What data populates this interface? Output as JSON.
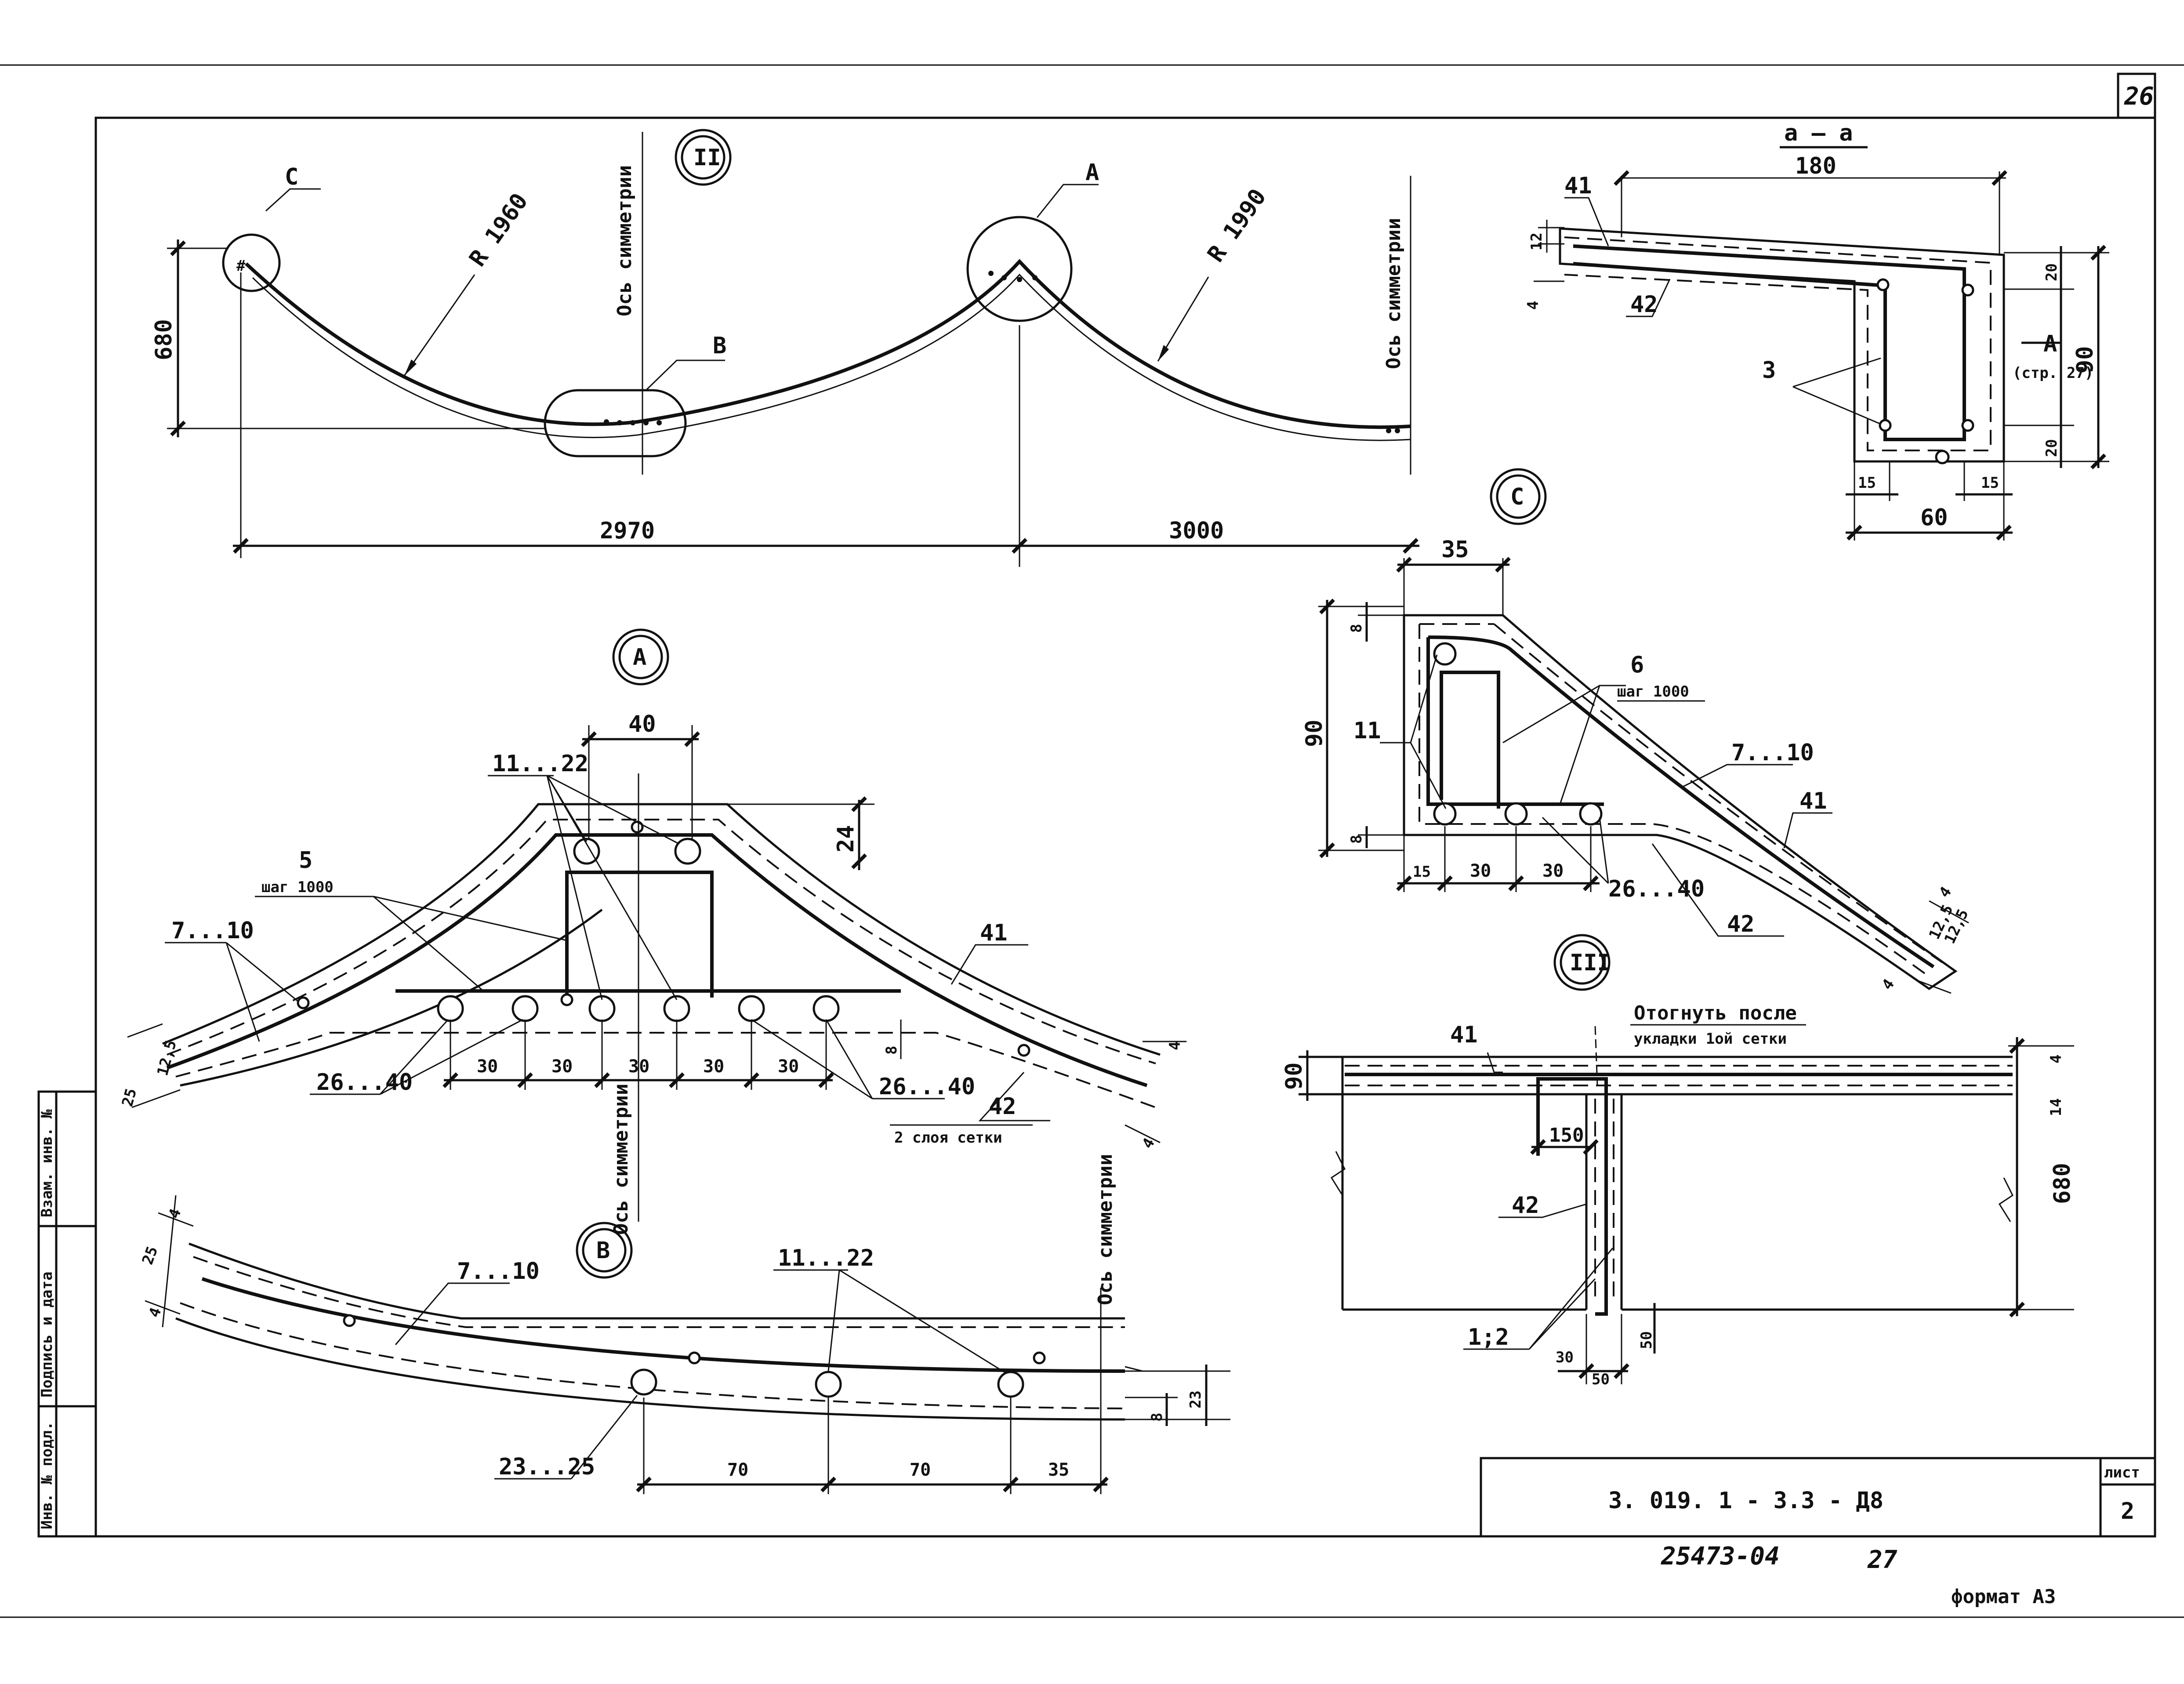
{
  "sheet": {
    "page_number": "26",
    "doc_code": "3. 019. 1 - 3.3 - Д8",
    "list_label": "лист",
    "list_number": "2",
    "archive_number": "25473-04",
    "archive_copy": "27",
    "format_label": "формат А3"
  },
  "side_stamp": {
    "col1": "Инв. № подл.",
    "col2": "Подпись и дата",
    "col3": "Взам. инв. №"
  },
  "view_main": {
    "badge": "II",
    "symmetry_label_1": "Ось симметрии",
    "symmetry_label_2": "Ось симметрии",
    "callout_c": "С",
    "callout_a": "А",
    "callout_b": "В",
    "radius_1": "R 1960",
    "radius_2": "R 1990",
    "height": "680",
    "span_1": "2970",
    "span_2": "3000"
  },
  "section_aa": {
    "title": "а — а",
    "dim_top": "180",
    "dim_right": "90",
    "dim_20_top": "20",
    "dim_20_bot": "20",
    "dim_12": "12",
    "dim_4": "4",
    "dim_15_left": "15",
    "dim_15_right": "15",
    "dim_60": "60",
    "label_41": "41",
    "label_42": "42",
    "label_3": "3",
    "ref_a": "А",
    "ref_page": "(стр. 27)"
  },
  "detail_c": {
    "badge": "С",
    "dim_35": "35",
    "dim_8_top": "8",
    "dim_90": "90",
    "dim_8_bot": "8",
    "dim_15": "15",
    "dim_30_a": "30",
    "dim_30_b": "30",
    "label_11": "11",
    "label_6": "6",
    "label_6_step": "шаг 1000",
    "label_7_10": "7...10",
    "label_41": "41",
    "label_42": "42",
    "label_26_40": "26...40",
    "dim_4_a": "4",
    "dim_4_b": "4",
    "dim_12_5_a": "12,5",
    "dim_12_5_b": "12,5"
  },
  "detail_a": {
    "badge": "А",
    "dim_40": "40",
    "dim_24": "24",
    "label_11_22": "11...22",
    "label_5": "5",
    "label_5_step": "шаг 1000",
    "label_7_10": "7...10",
    "label_41": "41",
    "label_42": "42",
    "label_42_note": "2 слоя сетки",
    "label_26_40_left": "26...40",
    "label_26_40_right": "26...40",
    "dims_30": [
      "30",
      "30",
      "30",
      "30",
      "30"
    ],
    "dim_8": "8",
    "dim_4": "4",
    "dim_12_5": "12,5",
    "dim_25": "25",
    "symmetry_label": "Ось симметрии"
  },
  "detail_b": {
    "badge": "В",
    "label_7_10": "7...10",
    "label_11_22": "11...22",
    "label_23_25": "23...25",
    "dim_25": "25",
    "dim_4_a": "4",
    "dim_4_b": "4",
    "dim_8": "8",
    "dim_23": "23",
    "dim_70_a": "70",
    "dim_70_b": "70",
    "dim_35": "35",
    "symmetry_label": "Ось симметрии"
  },
  "detail_iii": {
    "badge": "III",
    "note_line_1": "Отогнуть после",
    "note_line_2": "укладки 1ой сетки",
    "label_41": "41",
    "label_42": "42",
    "label_1_2": "1;2",
    "dim_90": "90",
    "dim_150": "150",
    "dim_680": "680",
    "dim_4": "4",
    "dim_14": "14",
    "dim_30": "30",
    "dim_50_a": "50",
    "dim_50_b": "50"
  }
}
